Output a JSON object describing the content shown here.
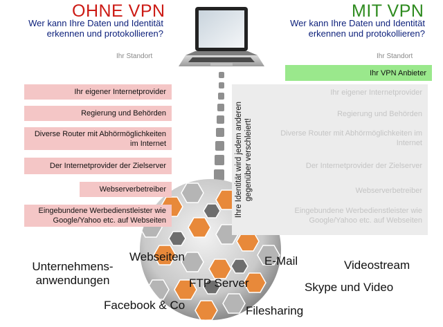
{
  "left": {
    "title": "OHNE VPN",
    "question": "Wer kann Ihre Daten und Identität erkennen und protokollieren?",
    "location": "Ihr Standort",
    "items": [
      "Ihr eigener Internetprovider",
      "Regierung und Behörden",
      "Diverse Router mit Abhörmöglichkeiten im Internet",
      "Der Internetprovider der Zielserver",
      "Webserverbetreiber",
      "Eingebundene Werbedienstleister wie Google/Yahoo etc. auf Webseiten"
    ]
  },
  "right": {
    "title": "MIT VPN",
    "question": "Wer kann Ihre Daten und Identität erkennen und protokollieren?",
    "location": "Ihr Standort",
    "vpn_provider": "Ihr VPN Anbieter",
    "veil_text": "Ihre Identität wird jedem anderen gegenüber verschleiert!",
    "items": [
      "Ihr eigener Internetprovider",
      "Regierung und Behörden",
      "Diverse Router mit Abhörmöglichkeiten im Internet",
      "Der Internetprovider der Zielserver",
      "Webserverbetreiber",
      "Eingebundene Werbedienstleister wie Google/Yahoo etc. auf Webseiten"
    ]
  },
  "services": {
    "unternehmen": "Unternehmens-anwendungen",
    "webseiten": "Webseiten",
    "email": "E-Mail",
    "videostream": "Videostream",
    "ftp": "FTP Server",
    "skype": "Skype und Video",
    "facebook": "Facebook & Co",
    "filesharing": "Filesharing"
  },
  "colors": {
    "red_title": "#cc1a14",
    "green_title": "#2e8b1f",
    "question_blue": "#0b1f7a",
    "red_box": "#f4c6c6",
    "green_box": "#9ae88c",
    "grey_panel": "#ececec",
    "globe_orange": "#e8893a"
  }
}
